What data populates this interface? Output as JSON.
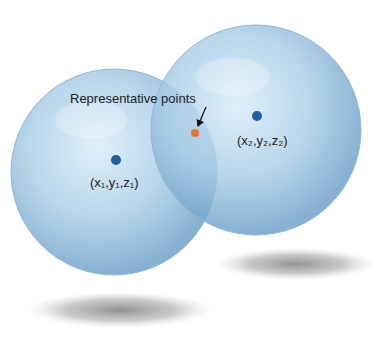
{
  "diagram": {
    "nodes": [
      {
        "text": [
          "(x₁,y₁,z₁)"
        ]
      },
      {
        "text": [
          "(x₂,y₂,z₂)"
        ]
      }
    ],
    "labels": [
      "Representative points"
    ]
  }
}
